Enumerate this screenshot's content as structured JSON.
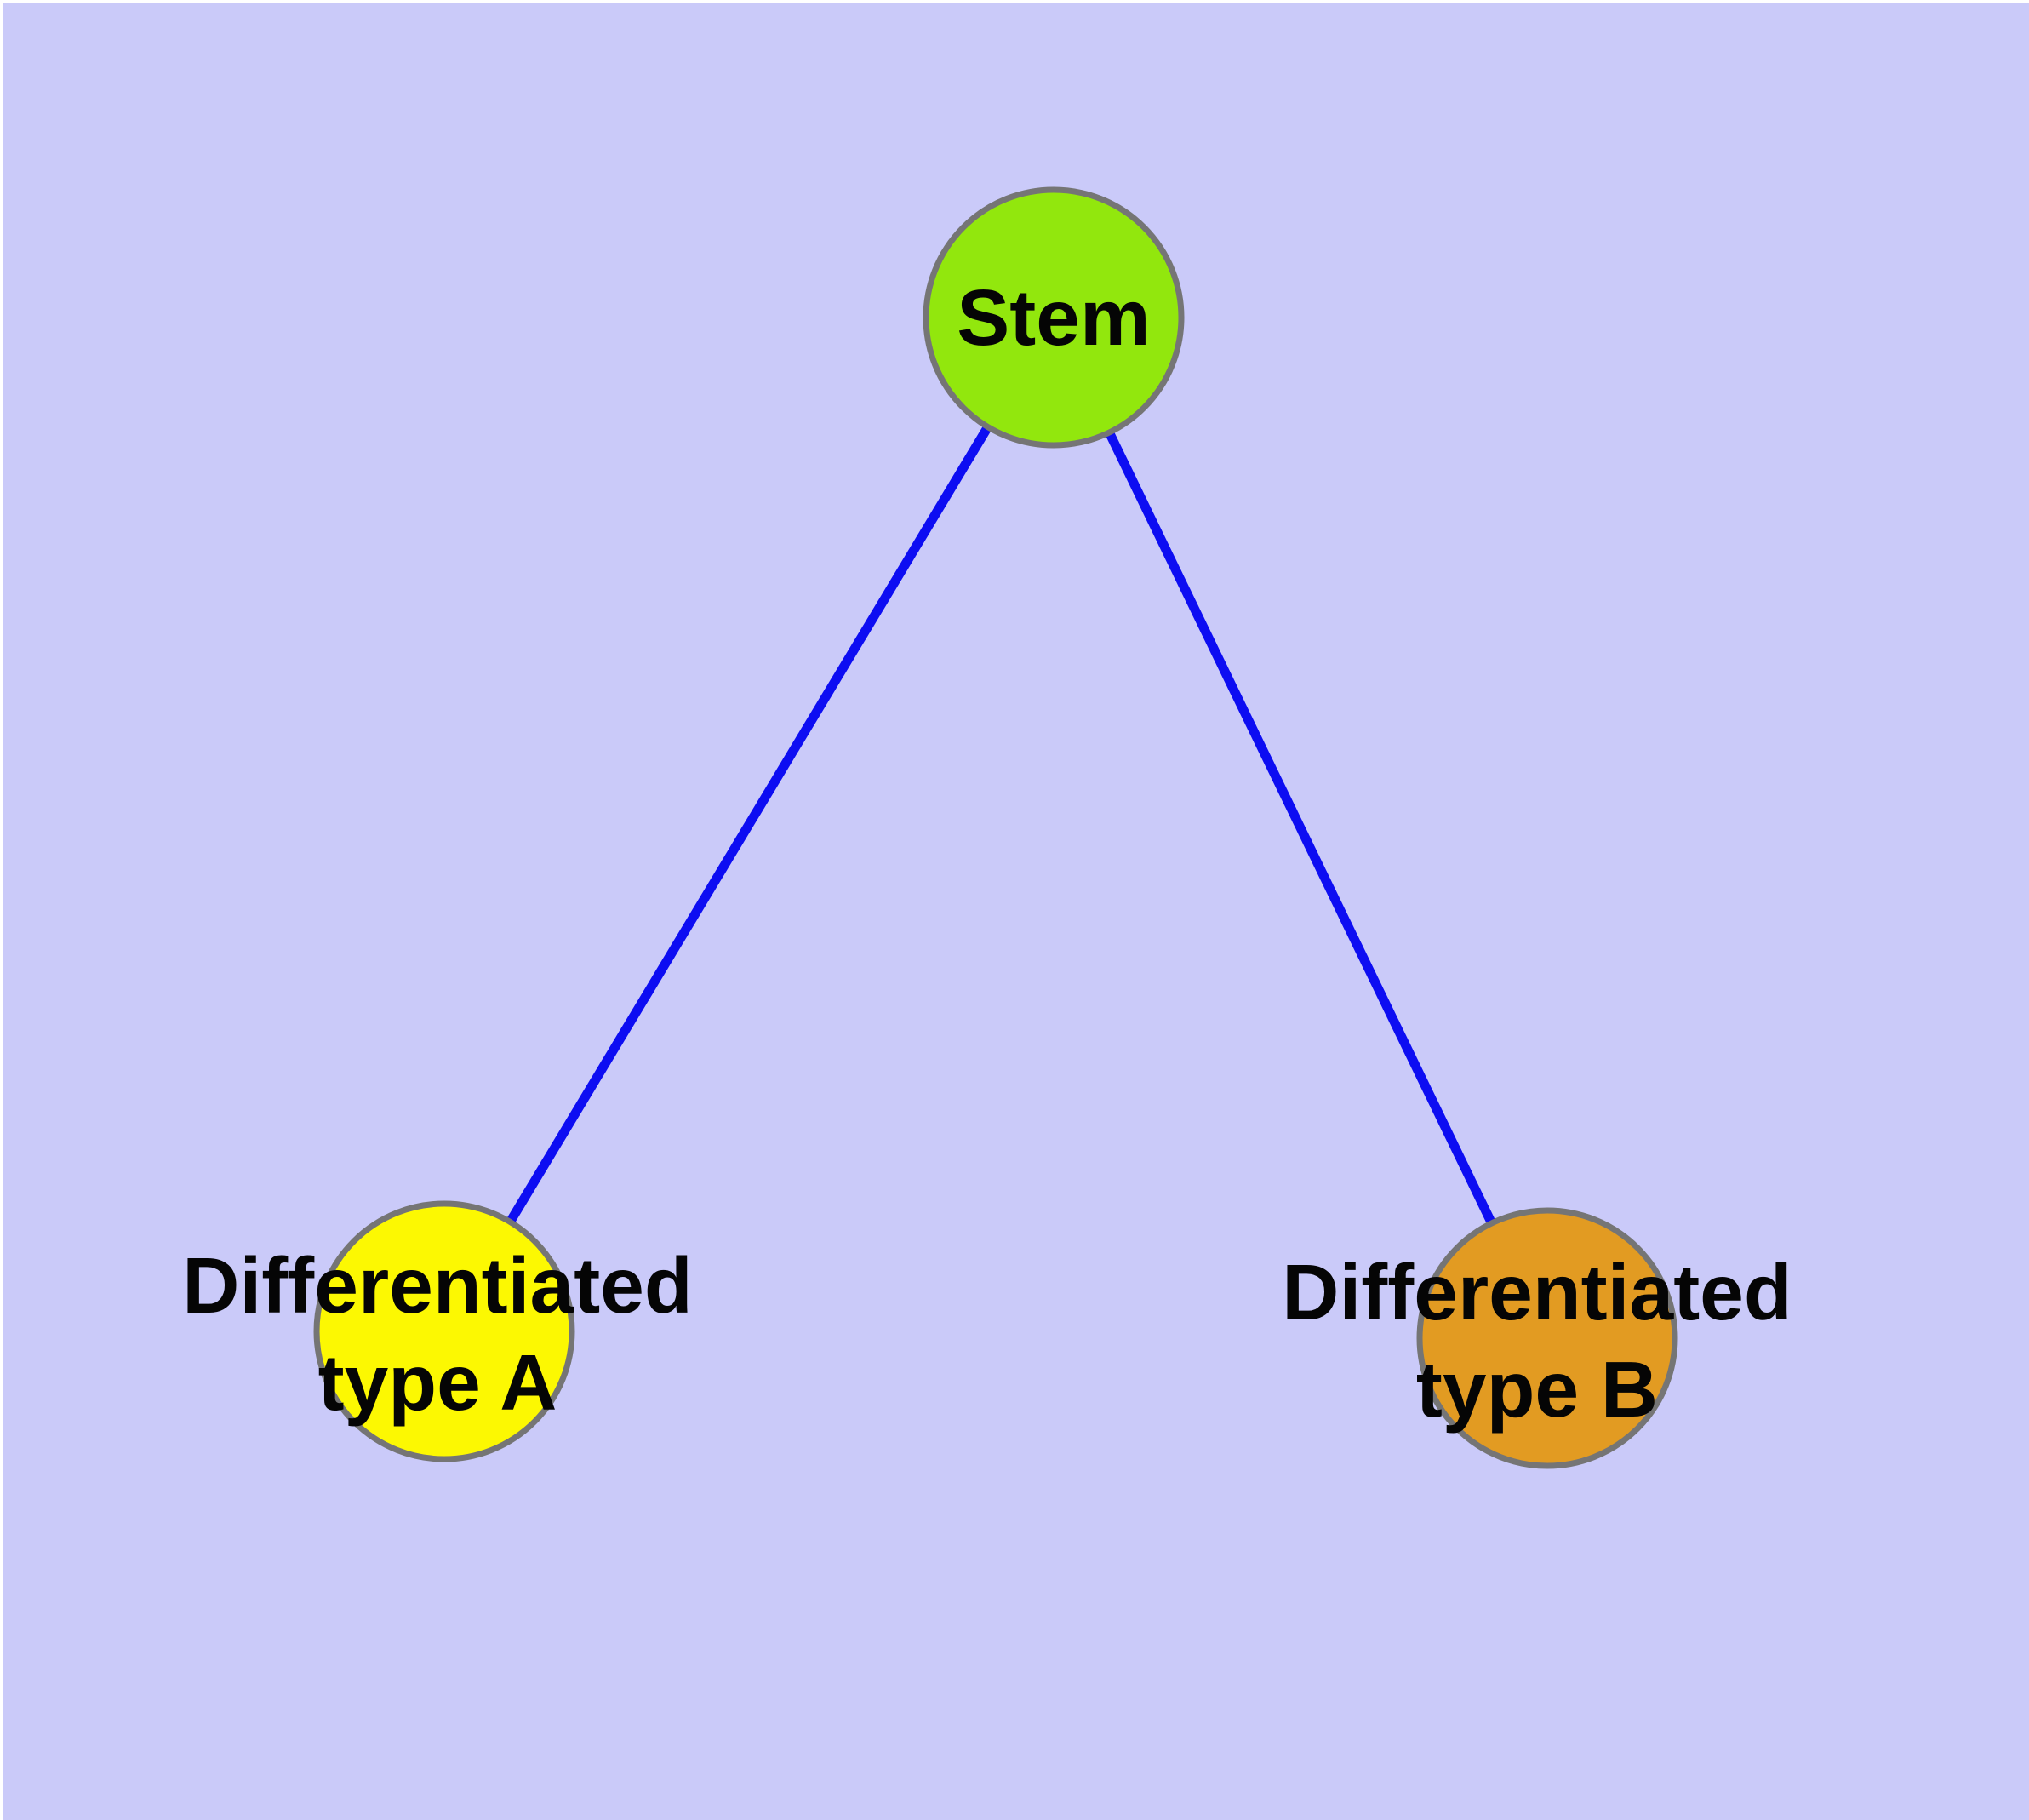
{
  "figure": {
    "description": "Stem cell differentiation diagram with one stem node linked to two differentiated cell type nodes",
    "background_color": "#cacaf9",
    "frame_color": "#ffffff",
    "edge_color": "#0d0df2",
    "node_border_color": "#757575",
    "label_color": "#050505"
  },
  "nodes": [
    {
      "id": "stem",
      "label": "Stem",
      "fill": "#92e70d"
    },
    {
      "id": "differentiated-type-a",
      "label": "Differentiated type A",
      "label_line1": "Differentiated",
      "label_line2": "type A",
      "fill": "#fcf802"
    },
    {
      "id": "differentiated-type-b",
      "label": "Differentiated type B",
      "label_line1": "Differentiated",
      "label_line2": "type B",
      "fill": "#e29b22"
    }
  ],
  "edges": [
    {
      "from": "Stem",
      "to": "Differentiated type A"
    },
    {
      "from": "Stem",
      "to": "Differentiated type B"
    }
  ]
}
